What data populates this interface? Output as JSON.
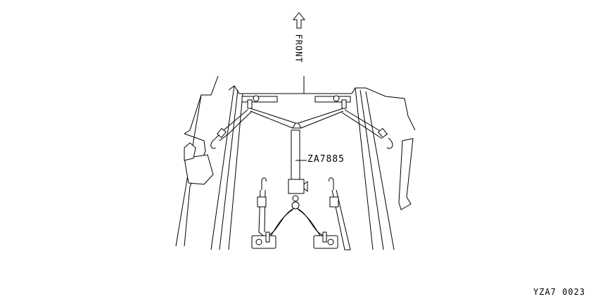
{
  "direction_label": "FRONT",
  "part_number": "ZA7885",
  "figure_code": "YZA7 0023"
}
